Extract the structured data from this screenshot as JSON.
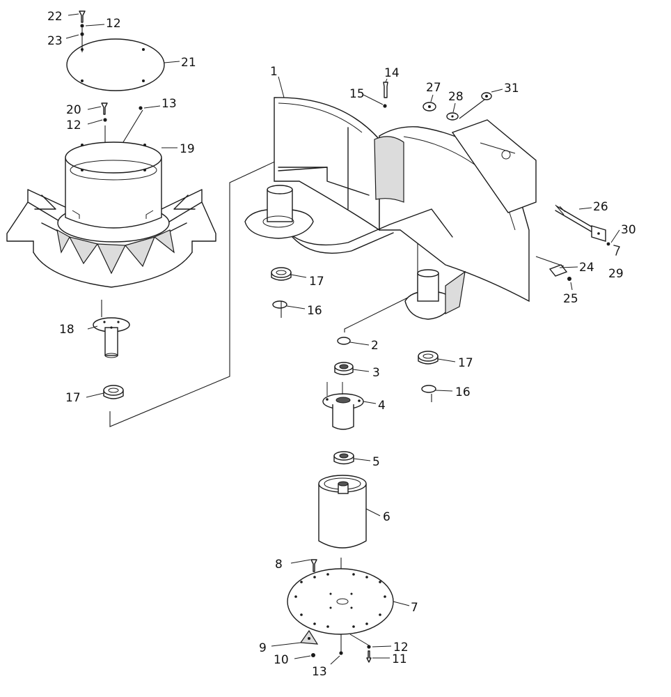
{
  "callouts": {
    "c1": "1",
    "c2": "2",
    "c3": "3",
    "c4": "4",
    "c5": "5",
    "c6": "6",
    "c7": "7",
    "c8": "8",
    "c9": "9",
    "c10": "10",
    "c11": "11",
    "c12a": "12",
    "c12b": "12",
    "c12c": "12",
    "c13a": "13",
    "c13b": "13",
    "c14": "14",
    "c15": "15",
    "c16a": "16",
    "c16b": "16",
    "c17a": "17",
    "c17b": "17",
    "c17c": "17",
    "c18": "18",
    "c19": "19",
    "c20": "20",
    "c21": "21",
    "c22": "22",
    "c23": "23",
    "c24": "24",
    "c25": "25",
    "c26": "26",
    "c27": "27",
    "c28": "28",
    "c29": "29",
    "c30": "30",
    "c31": "31"
  }
}
